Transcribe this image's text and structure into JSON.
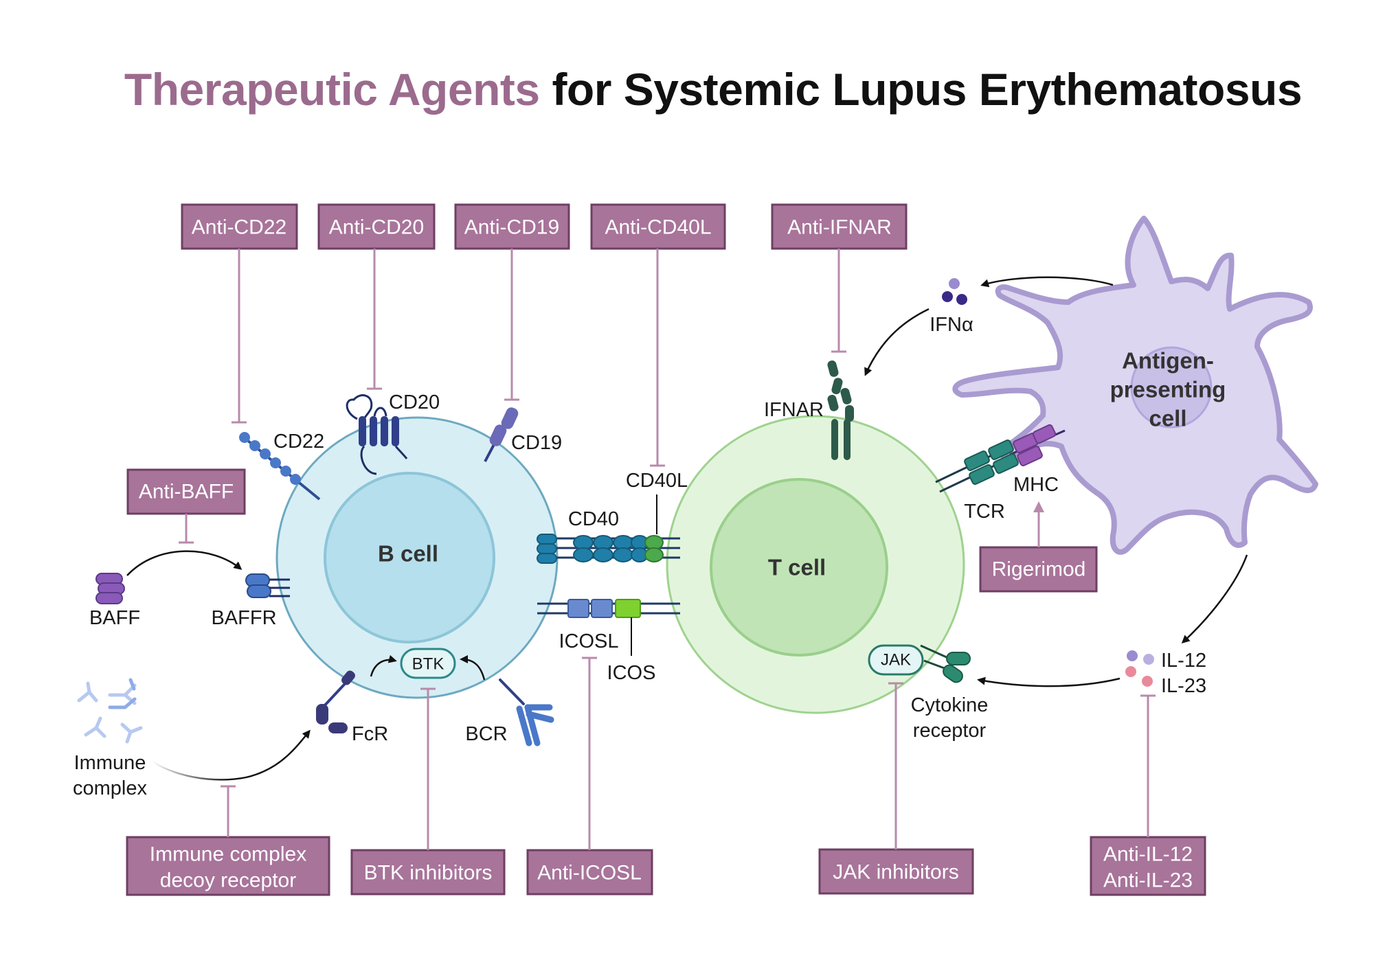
{
  "title": {
    "highlight": "Therapeutic Agents",
    "rest": "for Systemic Lupus Erythematosus"
  },
  "colors": {
    "title_accent": "#9b6b8e",
    "agent_box": "#a8749a",
    "inhibition_line": "#b98aab",
    "b_cell": "#d7eef5",
    "b_cell_nucleus": "#b5dfec",
    "t_cell": "#e2f5dc",
    "t_cell_nucleus": "#c0e4b6",
    "apc": "#dcd6f0",
    "apc_nucleus": "#c9c0e8"
  },
  "agents": {
    "anti_cd22": "Anti-CD22",
    "anti_cd20": "Anti-CD20",
    "anti_cd19": "Anti-CD19",
    "anti_cd40l": "Anti-CD40L",
    "anti_ifnar": "Anti-IFNAR",
    "anti_baff": "Anti-BAFF",
    "rigerimod": "Rigerimod",
    "immune_complex_decoy": [
      "Immune complex",
      "decoy receptor"
    ],
    "btk_inhibitors": "BTK inhibitors",
    "anti_icosl": "Anti-ICOSL",
    "jak_inhibitors": "JAK inhibitors",
    "anti_il": [
      "Anti-IL-12",
      "Anti-IL-23"
    ]
  },
  "cells": {
    "b_cell": "B cell",
    "t_cell": "T cell",
    "apc": [
      "Antigen-",
      "presenting",
      "cell"
    ]
  },
  "molecules": {
    "cd22": "CD22",
    "cd20": "CD20",
    "cd19": "CD19",
    "cd40": "CD40",
    "cd40l": "CD40L",
    "baff": "BAFF",
    "baffr": "BAFFR",
    "icosl": "ICOSL",
    "icos": "ICOS",
    "ifnar": "IFNAR",
    "ifna": "IFNα",
    "tcr": "TCR",
    "mhc": "MHC",
    "jak": "JAK",
    "btk": "BTK",
    "fcr": "FcR",
    "bcr": "BCR",
    "immune_complex": [
      "Immune",
      "complex"
    ],
    "cytokine_receptor": [
      "Cytokine",
      "receptor"
    ],
    "il12": "IL-12",
    "il23": "IL-23"
  },
  "icons": [
    "baff-trimer-icon",
    "baffr-receptor-icon",
    "cd22-chain-icon",
    "cd20-tetraspan-icon",
    "cd19-receptor-icon",
    "cd40-cd40l-complex-icon",
    "icosl-icos-complex-icon",
    "ifnar-receptor-icon",
    "tcr-mhc-complex-icon",
    "cytokine-receptor-icon",
    "fcr-receptor-icon",
    "bcr-antibody-icon",
    "immune-complex-antibodies-icon",
    "ifna-molecules-icon",
    "il12-il23-molecules-icon"
  ]
}
